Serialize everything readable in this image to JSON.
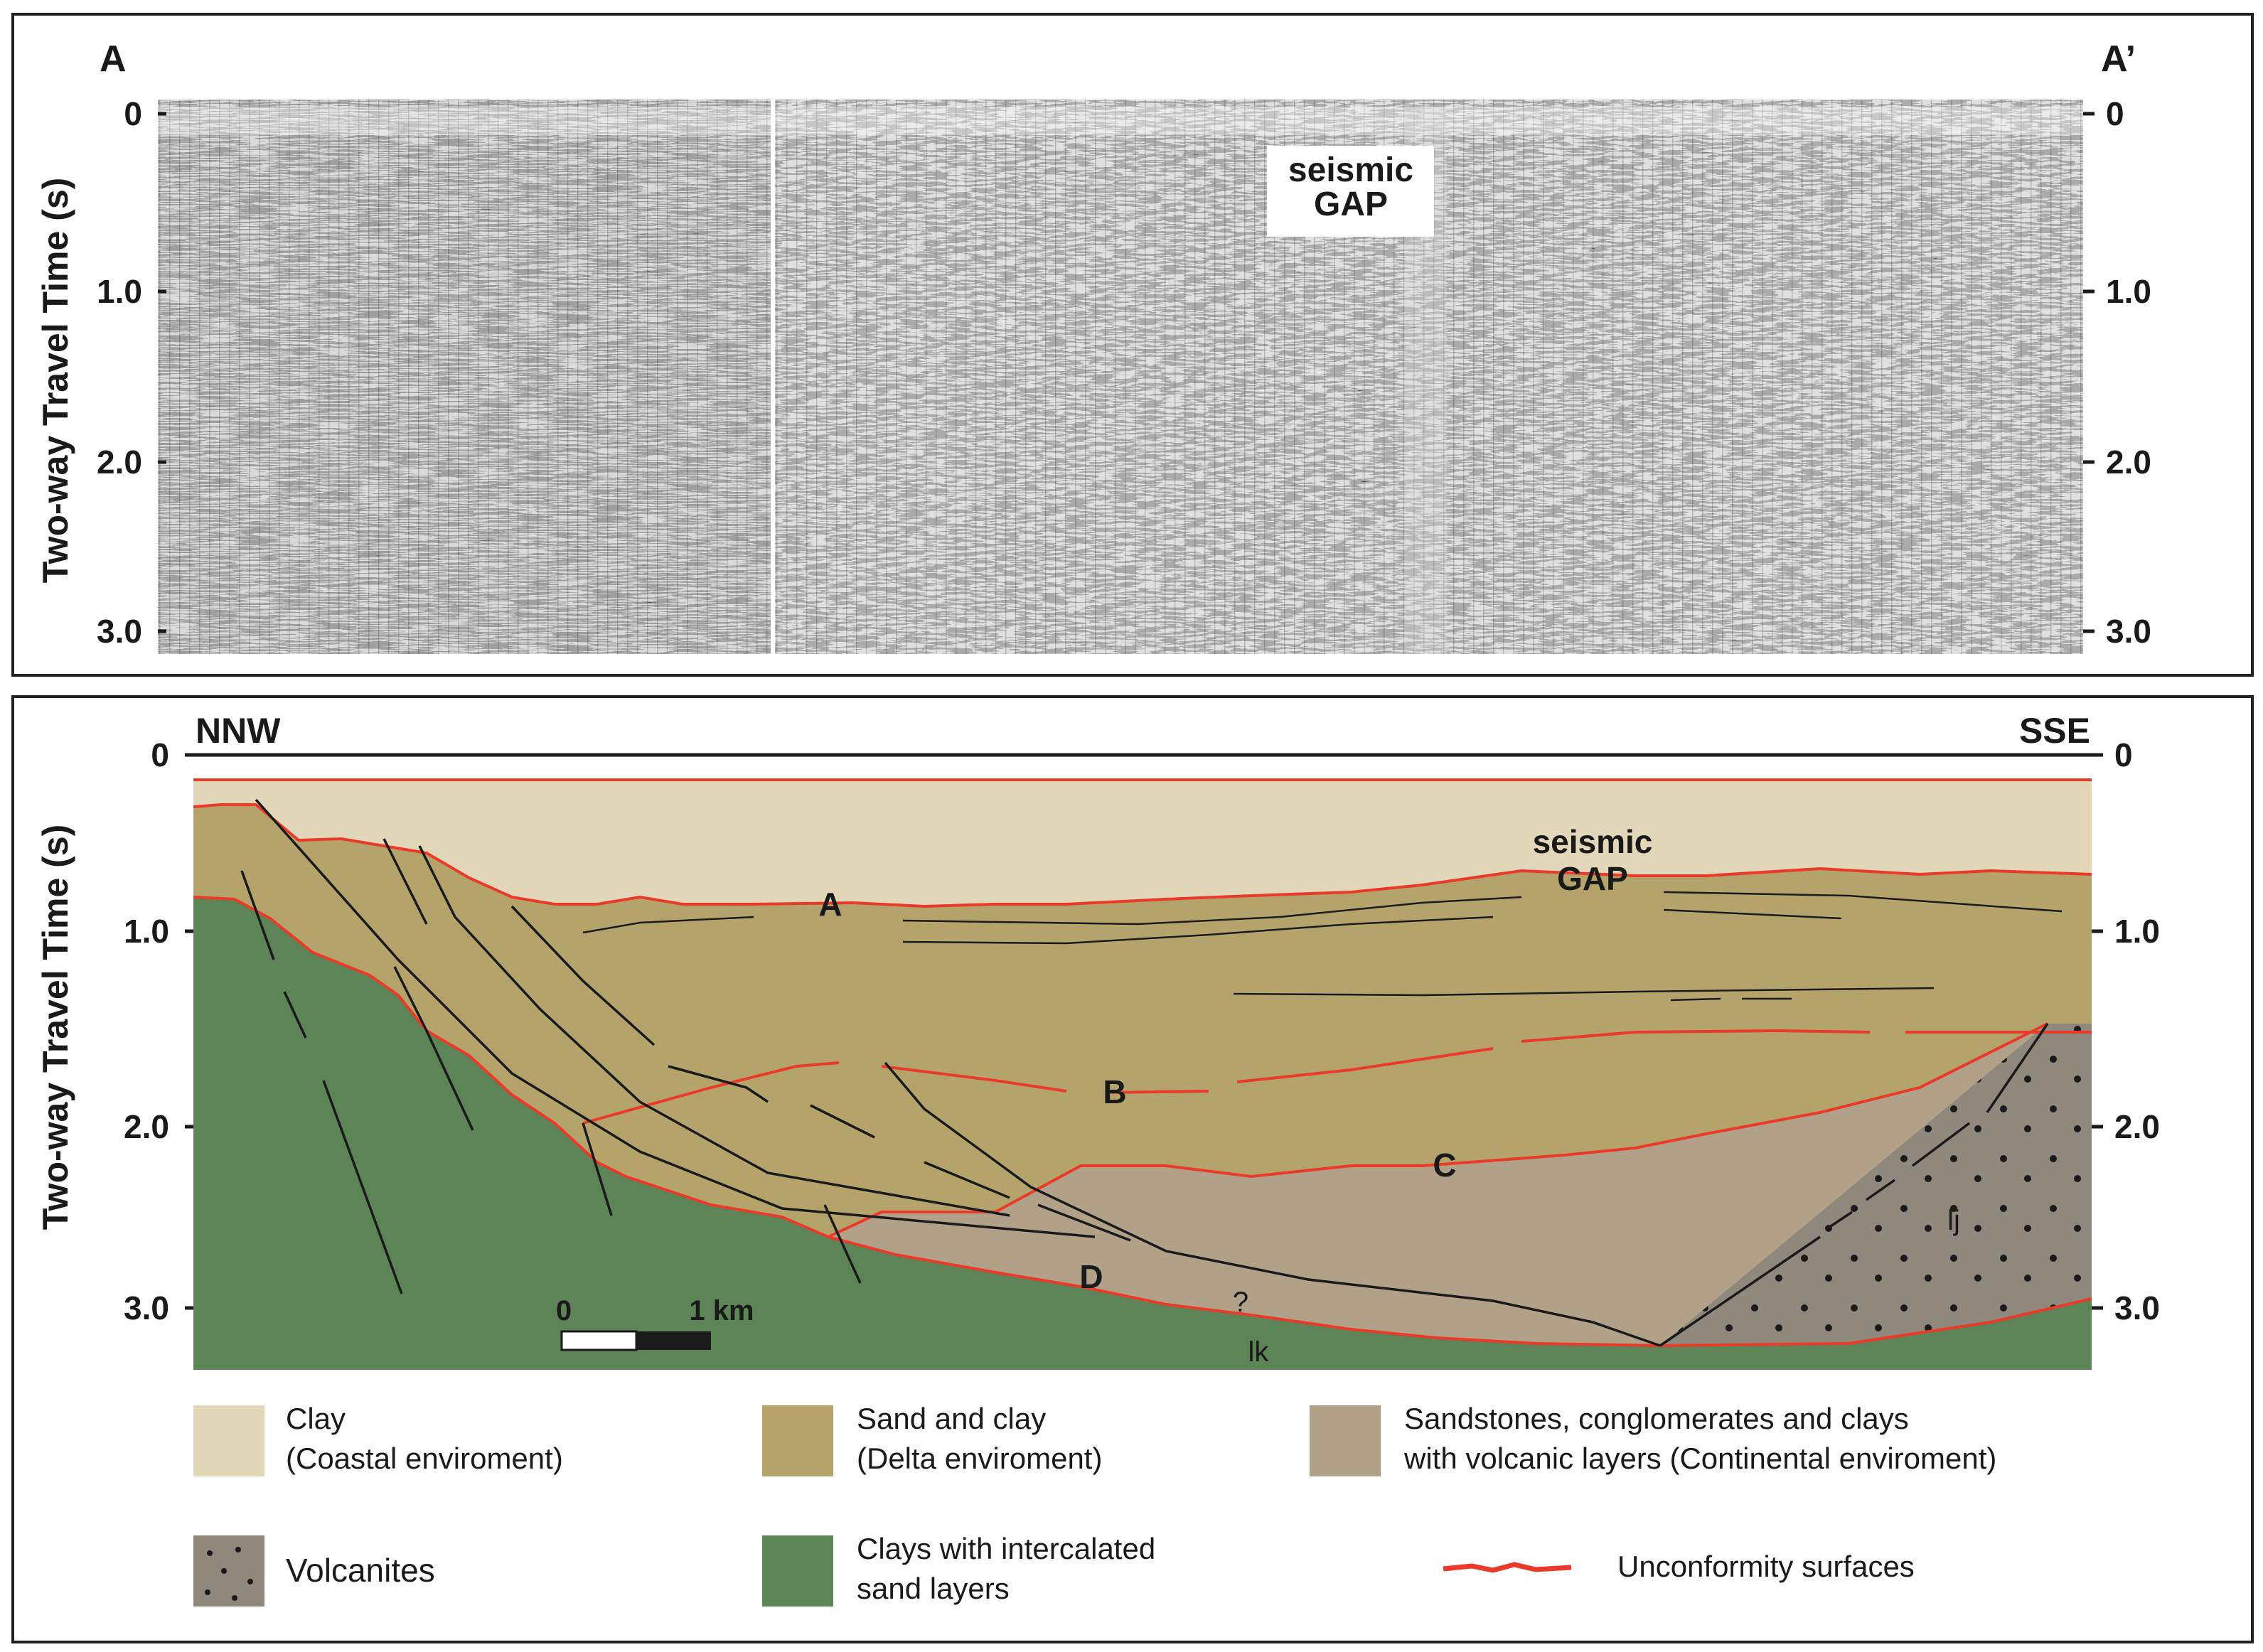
{
  "top_panel": {
    "left_label": "A",
    "right_label": "A’",
    "y_axis_label": "Two-way Travel Time (s)",
    "ticks": [
      "0",
      "1.0",
      "2.0",
      "3.0"
    ],
    "gap_label_1": "seismic",
    "gap_label_2": "GAP"
  },
  "bottom_panel": {
    "left_label": "NNW",
    "right_label": "SSE",
    "y_axis_label": "Two-way Travel Time (s)",
    "ticks": [
      "0",
      "1.0",
      "2.0",
      "3.0"
    ],
    "gap_label_1": "seismic",
    "gap_label_2": "GAP",
    "horizon_labels": [
      "A",
      "B",
      "C",
      "D"
    ],
    "question_mark": "?",
    "unit_lk": "lk",
    "unit_lj": "lj",
    "scale_bar": {
      "zero": "0",
      "end": "1 km"
    }
  },
  "legend": [
    {
      "key": "clay",
      "line1": "Clay",
      "line2": "(Coastal enviroment)",
      "color": "#e2d7b9"
    },
    {
      "key": "sand-clay",
      "line1": "Sand and clay",
      "line2": "(Delta enviroment)",
      "color": "#b4a46c"
    },
    {
      "key": "sandstones",
      "line1": "Sandstones, conglomerates and clays",
      "line2": "with volcanic layers (Continental enviroment)",
      "color": "#b0a188"
    },
    {
      "key": "volcanites",
      "line1": "Volcanites",
      "line2": "",
      "color": "#8f887c"
    },
    {
      "key": "clays-sand",
      "line1": "Clays with intercalated",
      "line2": "sand layers",
      "color": "#5d8456"
    },
    {
      "key": "unconformity",
      "line1": "Unconformity surfaces",
      "line2": "",
      "color": "#ea3a2a"
    }
  ]
}
